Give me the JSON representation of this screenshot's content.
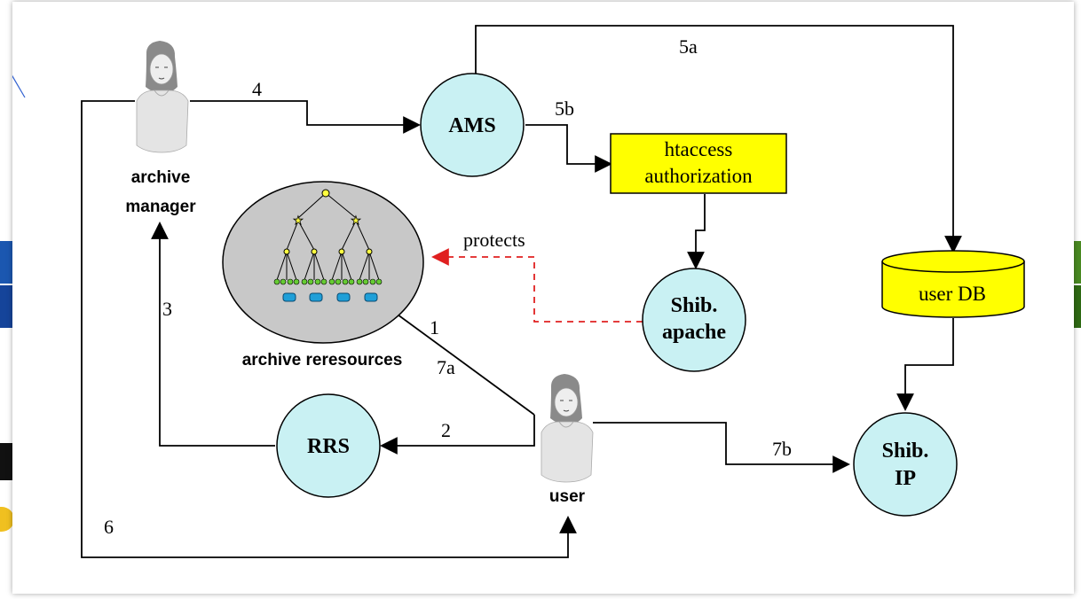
{
  "colors": {
    "node_fill": "#c9f1f3",
    "box_fill": "#ffff00",
    "cloud_fill": "#c8c8c8",
    "protect_arrow": "#e02020",
    "line": "#000000",
    "bg_blue": "#1b57b0",
    "bg_green": "#3d7a1c"
  },
  "nodes": {
    "ams": "AMS",
    "rrs": "RRS",
    "shib_apache_l1": "Shib.",
    "shib_apache_l2": "apache",
    "shib_ip_l1": "Shib.",
    "shib_ip_l2": "IP",
    "htaccess_l1": "htaccess",
    "htaccess_l2": "authorization",
    "user_db": "user DB"
  },
  "actors": {
    "archive_manager_l1": "archive",
    "archive_manager_l2": "manager",
    "user": "user"
  },
  "resources": {
    "label": "archive reresources"
  },
  "edges": {
    "e1": "1",
    "e2": "2",
    "e3": "3",
    "e4": "4",
    "e5a": "5a",
    "e5b": "5b",
    "e6": "6",
    "e7a": "7a",
    "e7b": "7b",
    "protects": "protects"
  }
}
